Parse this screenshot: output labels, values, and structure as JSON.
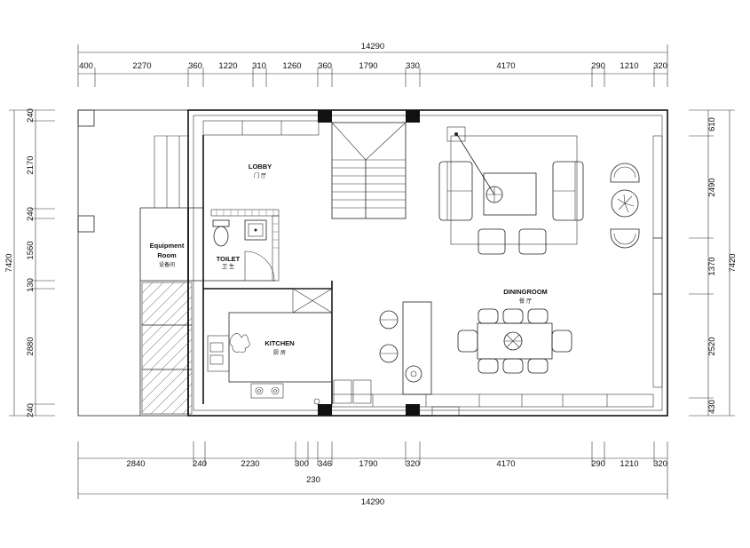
{
  "dimensions": {
    "top_total": "14290",
    "top_segments": [
      "400",
      "2270",
      "360",
      "1220",
      "310",
      "1260",
      "360",
      "1790",
      "330",
      "4170",
      "290",
      "1210",
      "320"
    ],
    "bottom_segments": [
      "2840",
      "240",
      "2230",
      "300",
      "346",
      "1790",
      "320",
      "4170",
      "290",
      "1210",
      "320"
    ],
    "bottom_extra": "230",
    "bottom_total": "14290",
    "left_segments": [
      "240",
      "2170",
      "240",
      "1560",
      "130",
      "2880",
      "240"
    ],
    "left_total": "7420",
    "right_segments": [
      "610",
      "2490",
      "1370",
      "2520",
      "430"
    ],
    "right_total": "7420"
  },
  "rooms": {
    "lobby": {
      "en": "LOBBY",
      "cn": "门 厅"
    },
    "toilet": {
      "en": "TOILET",
      "cn": "卫 生"
    },
    "equipment": {
      "en1": "Equipment",
      "en2": "Room",
      "cn": "设备间"
    },
    "kitchen": {
      "en": "KITCHEN",
      "cn": "厨 房"
    },
    "dining": {
      "en": "DININGROOM",
      "cn": "餐 厅"
    }
  }
}
